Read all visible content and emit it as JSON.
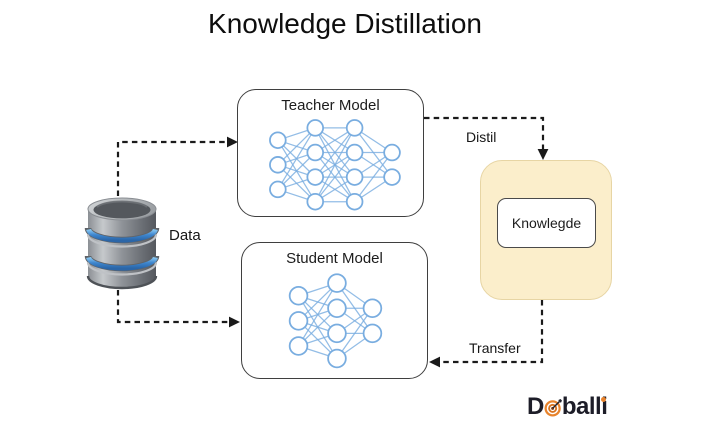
{
  "title": "Knowledge Distillation",
  "diagram": {
    "nodes": {
      "teacher": {
        "label": "Teacher Model",
        "type": "neural-network",
        "network_layers": [
          3,
          4,
          4,
          2
        ]
      },
      "student": {
        "label": "Student Model",
        "type": "neural-network",
        "network_layers": [
          3,
          4,
          2
        ]
      },
      "knowledge": {
        "label": "Knowlegde"
      },
      "database": {
        "label": "Data"
      }
    },
    "edges": [
      {
        "from": "database",
        "to": "teacher",
        "label": ""
      },
      {
        "from": "database",
        "to": "student",
        "label": ""
      },
      {
        "from": "teacher",
        "to": "knowledge",
        "label": "Distil"
      },
      {
        "from": "knowledge",
        "to": "student",
        "label": "Transfer"
      }
    ]
  },
  "logo": {
    "prefix": "D",
    "suffix": "balli",
    "icon": "bullseye-dart-icon"
  },
  "colors": {
    "arrow": "#1a1a1a",
    "box_border": "#3f3f3f",
    "network": "#79ade0",
    "knowledge_fill": "#fbeecb",
    "knowledge_border": "#e7d5a4",
    "accent_orange": "#e8832c",
    "logo_text": "#1d1d28",
    "db_blue": "#3e86ce"
  }
}
